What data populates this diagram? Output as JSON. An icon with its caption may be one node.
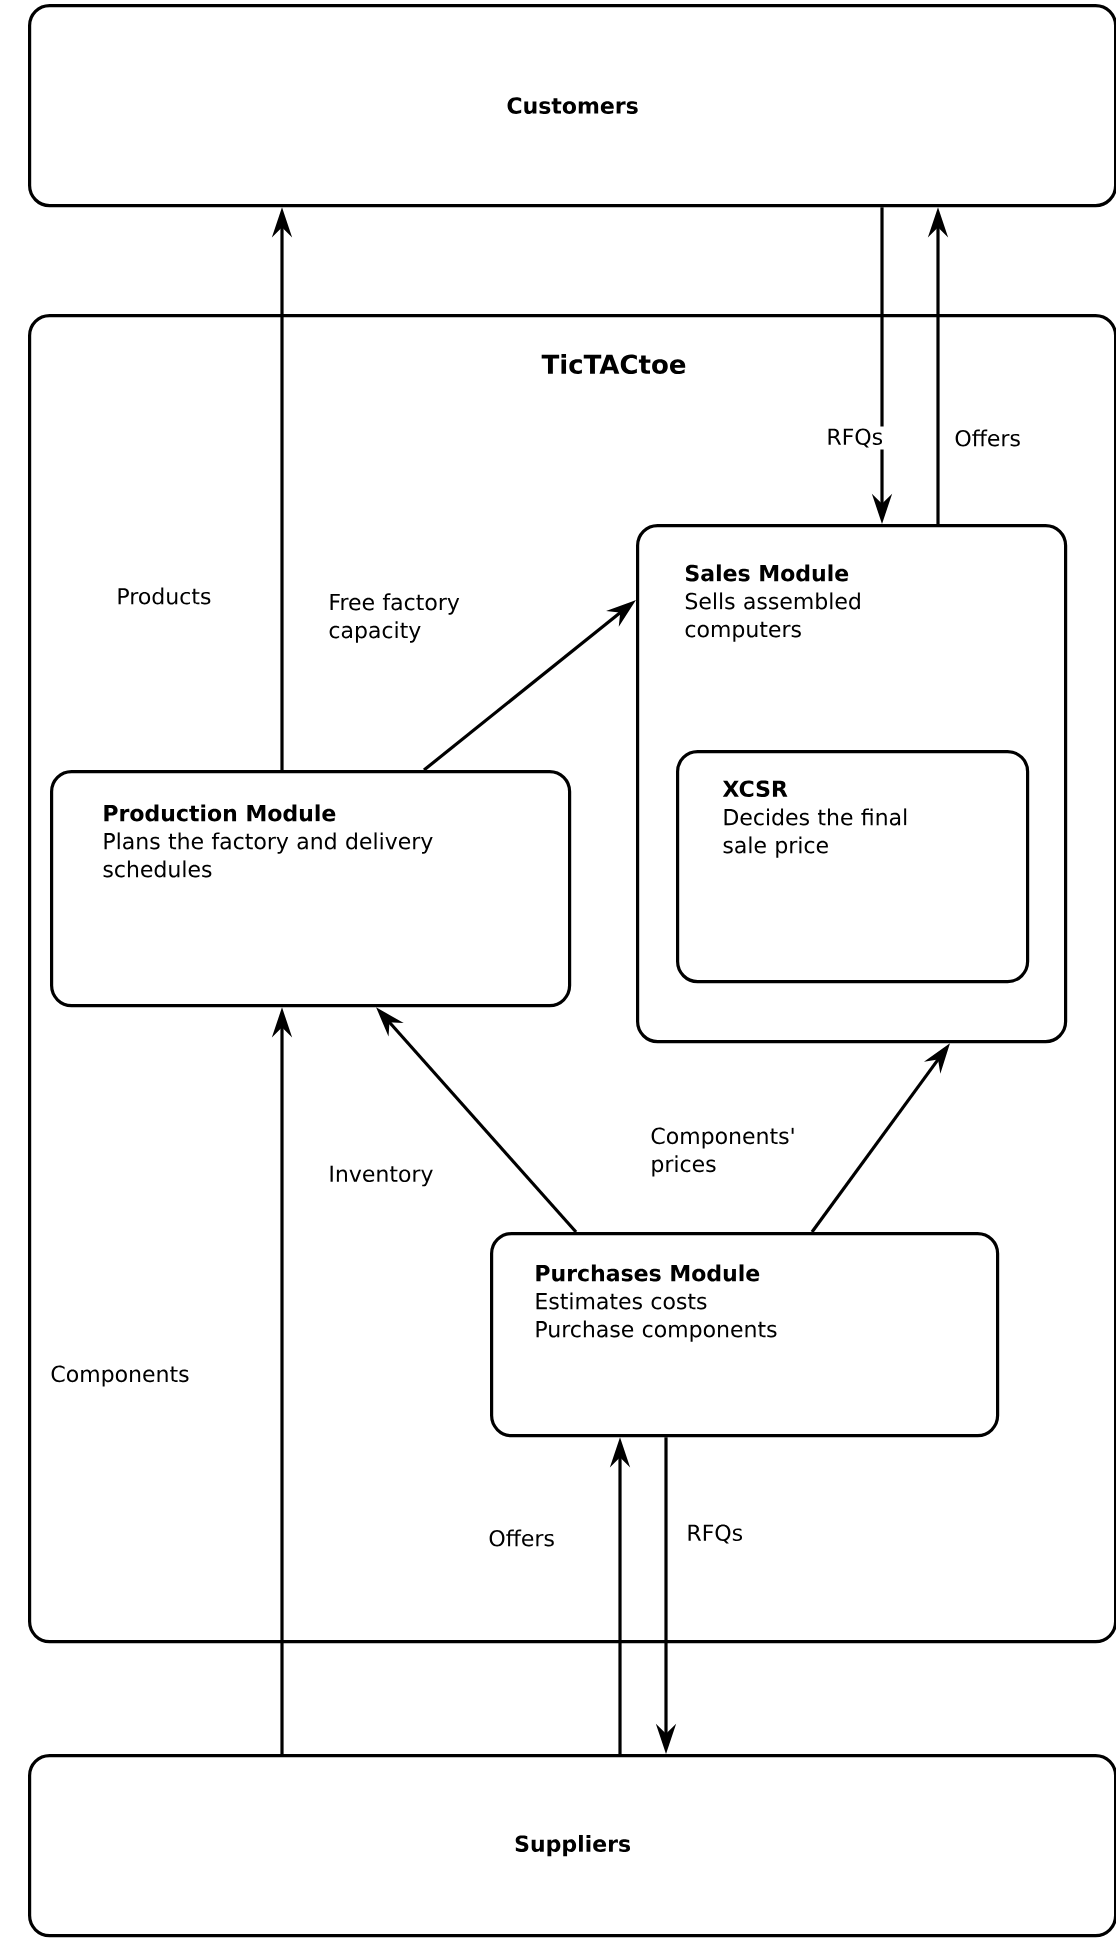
{
  "diagram": {
    "nodes": [
      {
        "text": [
          "Customers"
        ]
      },
      {
        "text": [
          "TicTACtoe"
        ]
      },
      {
        "text": [
          "Sales Module",
          "Sells assembled computers"
        ],
        "in": 1
      },
      {
        "text": [
          "XCSR",
          "Decides the final sale price"
        ],
        "in": 2
      },
      {
        "text": [
          "Production Module",
          "Plans the factory and delivery schedules"
        ],
        "in": 1
      },
      {
        "text": [
          "Purchases Module",
          "Estimates costs",
          "Purchase components"
        ],
        "in": 1
      },
      {
        "text": [
          "Suppliers"
        ]
      }
    ],
    "edges": [
      {
        "from": 4,
        "to": 0,
        "arrow": "to",
        "label": "Products"
      },
      {
        "from": 0,
        "to": 2,
        "arrow": "to",
        "label": "RFQs"
      },
      {
        "from": 2,
        "to": 0,
        "arrow": "to",
        "label": "Offers"
      },
      {
        "from": 4,
        "to": 2,
        "arrow": "to",
        "label": "Free factory capacity"
      },
      {
        "from": 5,
        "to": 4,
        "arrow": "to",
        "label": "Inventory"
      },
      {
        "from": 5,
        "to": 2,
        "arrow": "to",
        "label": "Components' prices"
      },
      {
        "from": 6,
        "to": 4,
        "arrow": "to",
        "label": "Components"
      },
      {
        "from": 6,
        "to": 5,
        "arrow": "to",
        "label": "Offers"
      },
      {
        "from": 5,
        "to": 6,
        "arrow": "to",
        "label": "RFQs"
      }
    ]
  }
}
